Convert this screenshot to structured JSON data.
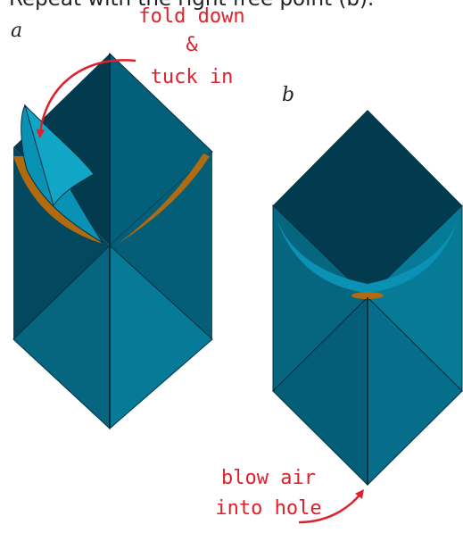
{
  "instruction": "Repeat with the right free point (b).",
  "panels": [
    {
      "id": "a",
      "label": "a",
      "note_lines": [
        "fold down",
        "&",
        "tuck in"
      ]
    },
    {
      "id": "b",
      "label": "b",
      "note_lines": [
        "blow air",
        "into hole"
      ]
    }
  ],
  "colors": {
    "dark_teal": "#023b4e",
    "mid_teal": "#04607a",
    "light_teal": "#0a92b4",
    "front_teal": "#066680",
    "inner_orange": "#b06a10",
    "annotation_red": "#e0202a"
  }
}
